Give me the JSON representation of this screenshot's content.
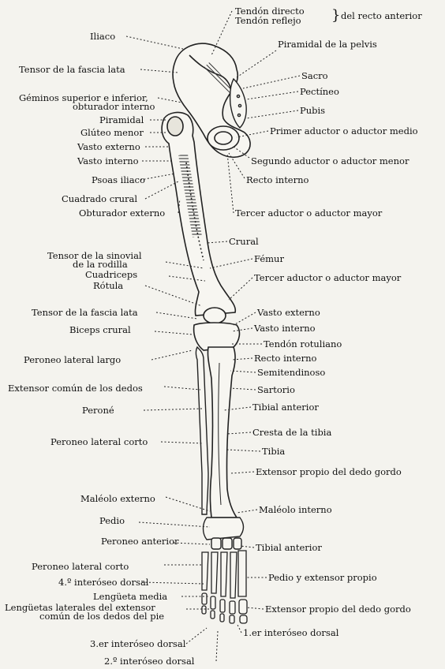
{
  "diagram": {
    "left_labels": [
      {
        "text": "Iliaco"
      },
      {
        "text": "Tensor de la fascia lata"
      },
      {
        "text": "Géminos superior e inferior,"
      },
      {
        "text": "obturador interno"
      },
      {
        "text": "Piramidal"
      },
      {
        "text": "Glúteo menor"
      },
      {
        "text": "Vasto externo"
      },
      {
        "text": "Vasto interno"
      },
      {
        "text": "Psoas iliaco"
      },
      {
        "text": "Cuadrado crural"
      },
      {
        "text": "Obturador externo"
      },
      {
        "text": "Tensor de la sinovial"
      },
      {
        "text": "de la rodilla"
      },
      {
        "text": "Cuadriceps"
      },
      {
        "text": "Rótula"
      },
      {
        "text": "Tensor de la fascia lata"
      },
      {
        "text": "Biceps crural"
      },
      {
        "text": "Peroneo lateral largo"
      },
      {
        "text": "Extensor común de los dedos"
      },
      {
        "text": "Peroné"
      },
      {
        "text": "Peroneo lateral corto"
      },
      {
        "text": "Maléolo externo"
      },
      {
        "text": "Pedio"
      },
      {
        "text": "Peroneo anterior"
      },
      {
        "text": "Peroneo lateral corto"
      },
      {
        "text": "4.º interóseo dorsal"
      },
      {
        "text": "Lengüeta media"
      },
      {
        "text": "Lengüetas laterales del extensor"
      },
      {
        "text": "común de los dedos del pie"
      },
      {
        "text": "3.er interóseo dorsal"
      },
      {
        "text": "2.º interóseo dorsal"
      }
    ],
    "right_labels": [
      {
        "text": "Tendón directo"
      },
      {
        "text": "Tendón reflejo"
      },
      {
        "text": "del recto anterior"
      },
      {
        "text": "Piramidal de la pelvis"
      },
      {
        "text": "Sacro"
      },
      {
        "text": "Pectíneo"
      },
      {
        "text": "Pubis"
      },
      {
        "text": "Primer aductor o aductor medio"
      },
      {
        "text": "Segundo aductor o aductor menor"
      },
      {
        "text": "Recto interno"
      },
      {
        "text": "Tercer aductor o aductor mayor"
      },
      {
        "text": "Crural"
      },
      {
        "text": "Fémur"
      },
      {
        "text": "Tercer aductor o aductor mayor"
      },
      {
        "text": "Vasto externo"
      },
      {
        "text": "Vasto interno"
      },
      {
        "text": "Tendón rotuliano"
      },
      {
        "text": "Recto interno"
      },
      {
        "text": "Semitendinoso"
      },
      {
        "text": "Sartorio"
      },
      {
        "text": "Tibial anterior"
      },
      {
        "text": "Cresta de la tibia"
      },
      {
        "text": "Tibia"
      },
      {
        "text": "Extensor propio del dedo gordo"
      },
      {
        "text": "Maléolo interno"
      },
      {
        "text": "Tibial anterior"
      },
      {
        "text": "Pedio y extensor propio"
      },
      {
        "text": "Extensor propio del dedo gordo"
      },
      {
        "text": "1.er interóseo dorsal"
      }
    ]
  }
}
